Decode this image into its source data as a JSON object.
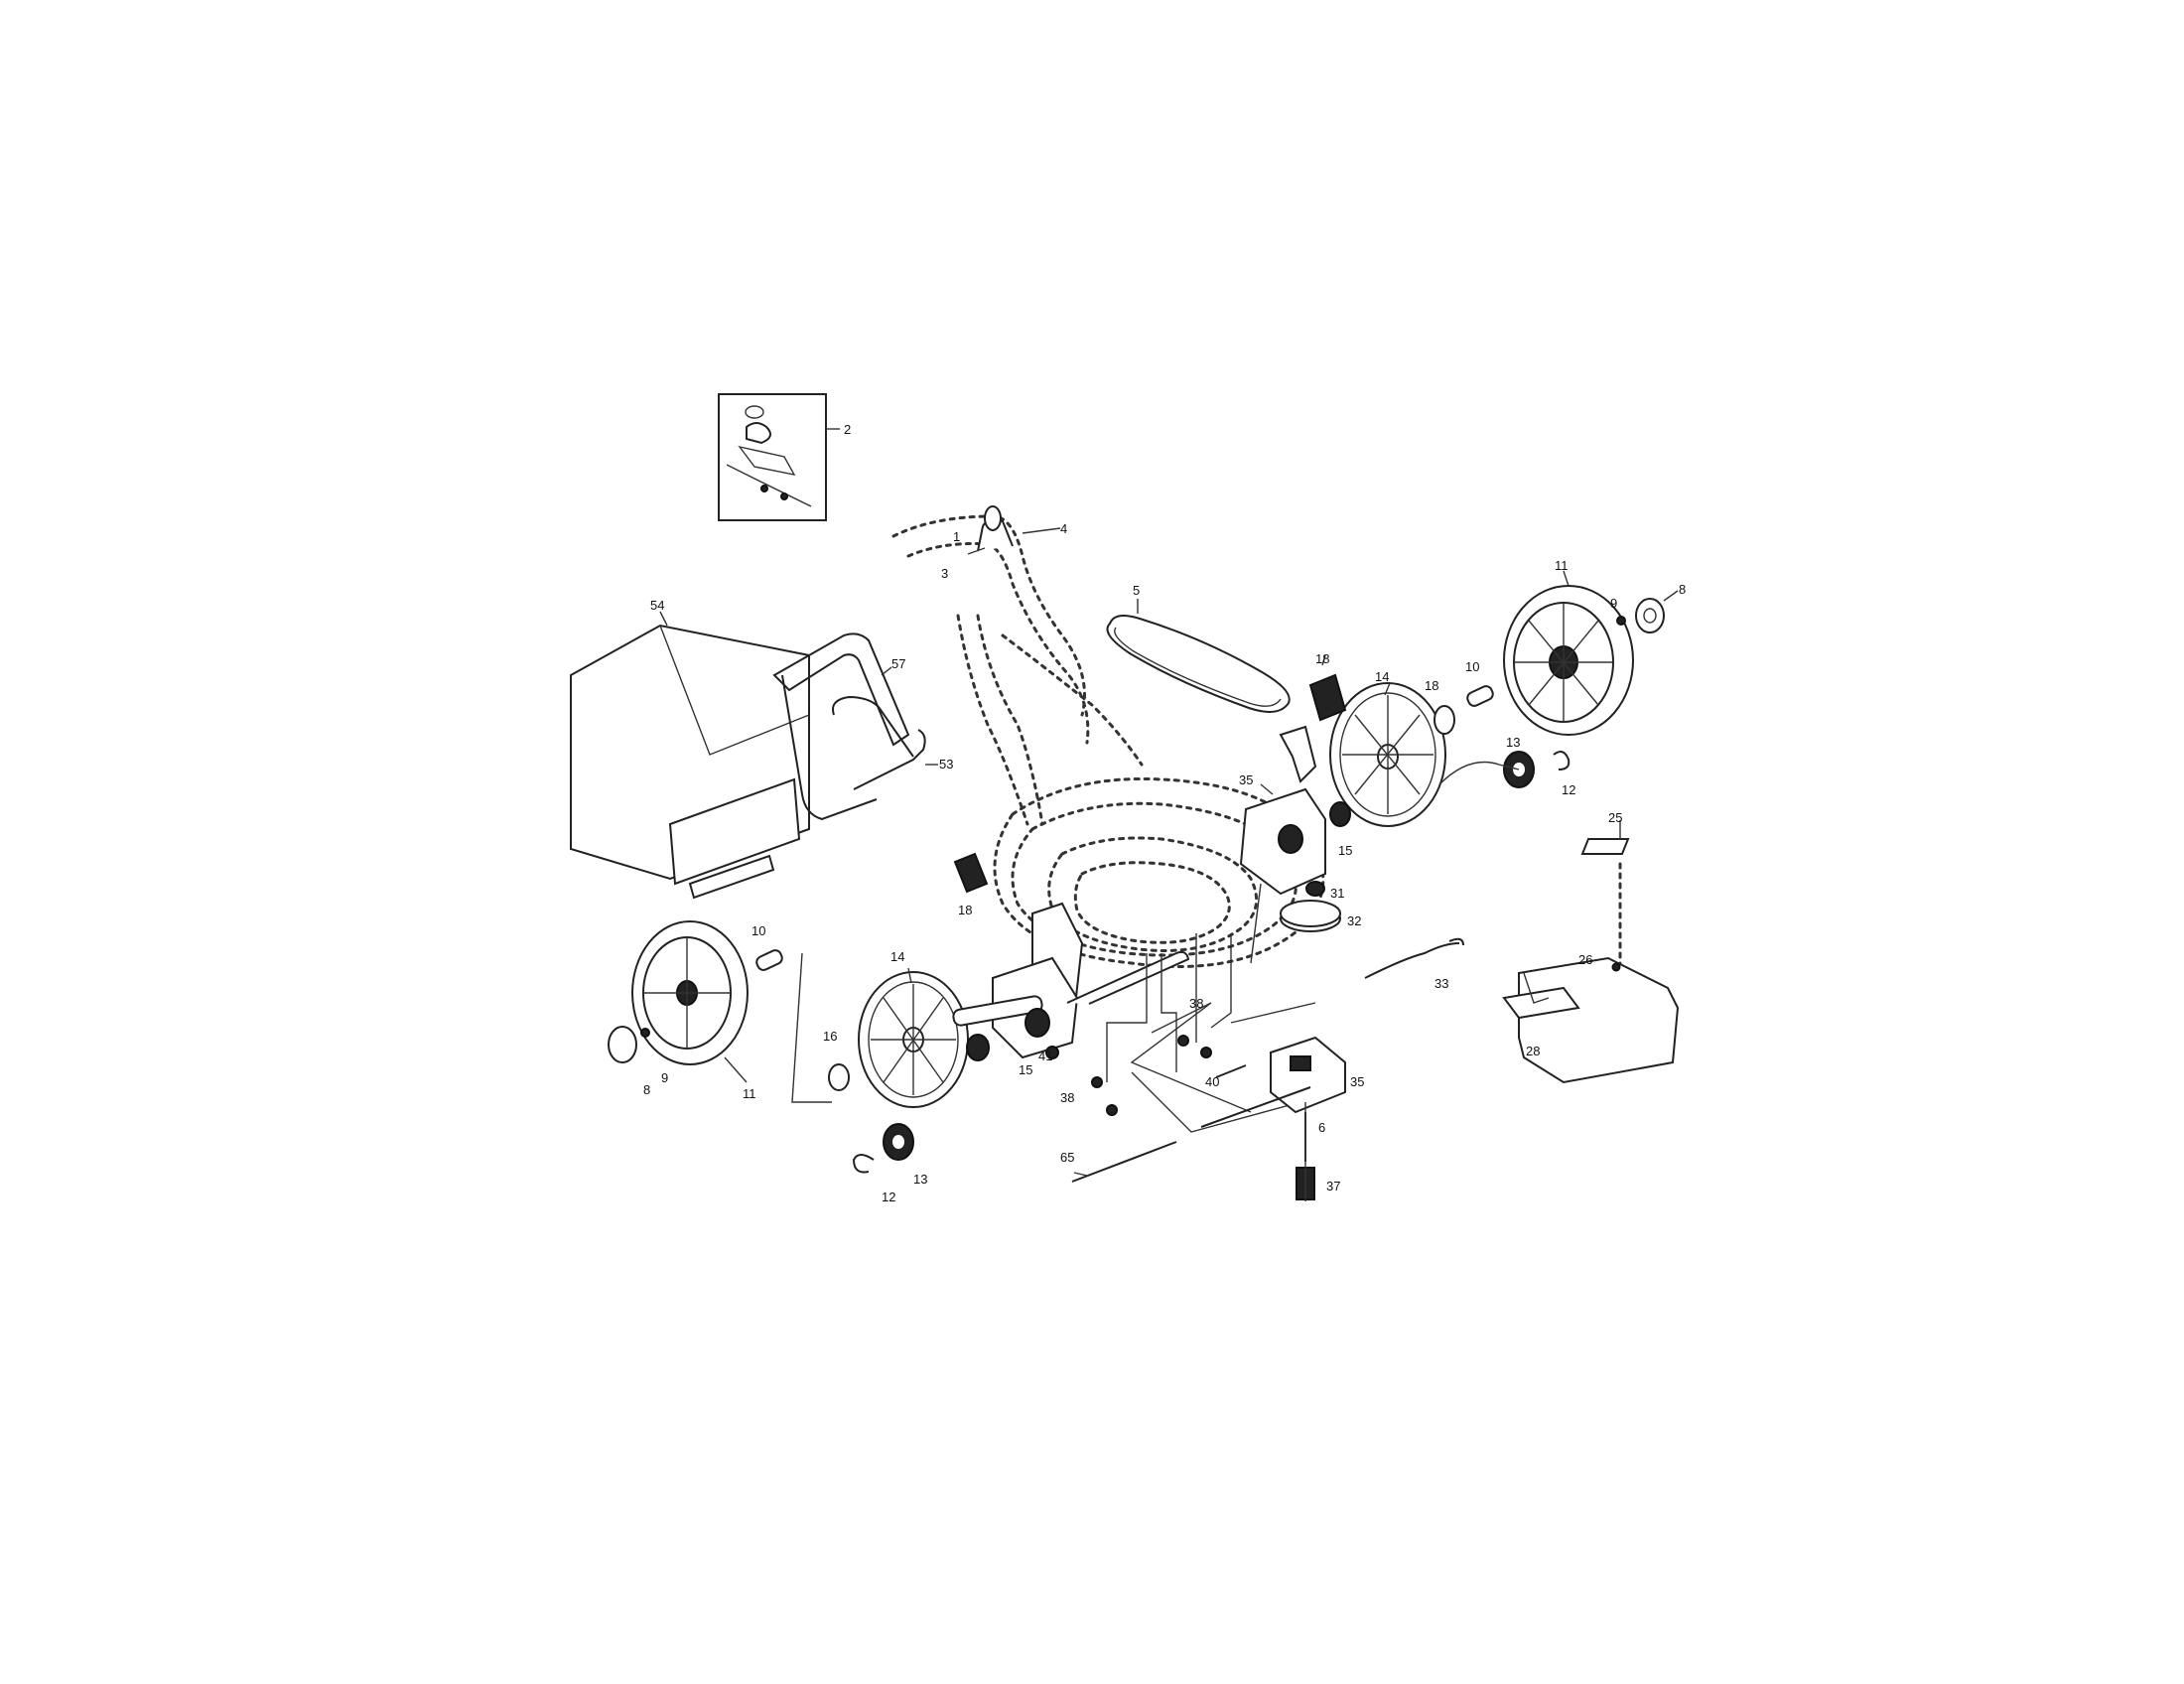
{
  "callouts": [
    {
      "id": "c-2",
      "label": "2"
    },
    {
      "id": "c-1",
      "label": "1"
    },
    {
      "id": "c-3",
      "label": "3"
    },
    {
      "id": "c-4",
      "label": "4"
    },
    {
      "id": "c-5",
      "label": "5"
    },
    {
      "id": "c-54",
      "label": "54"
    },
    {
      "id": "c-57",
      "label": "57"
    },
    {
      "id": "c-53",
      "label": "53"
    },
    {
      "id": "c-11a",
      "label": "11"
    },
    {
      "id": "c-8a",
      "label": "8"
    },
    {
      "id": "c-9a",
      "label": "9"
    },
    {
      "id": "c-10a",
      "label": "10"
    },
    {
      "id": "c-18a",
      "label": "18"
    },
    {
      "id": "c-14a",
      "label": "14"
    },
    {
      "id": "c-18b",
      "label": "18"
    },
    {
      "id": "c-13a",
      "label": "13"
    },
    {
      "id": "c-12a",
      "label": "12"
    },
    {
      "id": "c-35a",
      "label": "35"
    },
    {
      "id": "c-15a",
      "label": "15"
    },
    {
      "id": "c-25",
      "label": "25"
    },
    {
      "id": "c-31",
      "label": "31"
    },
    {
      "id": "c-32",
      "label": "32"
    },
    {
      "id": "c-26",
      "label": "26"
    },
    {
      "id": "c-33",
      "label": "33"
    },
    {
      "id": "c-28",
      "label": "28"
    },
    {
      "id": "c-18c",
      "label": "18"
    },
    {
      "id": "c-10b",
      "label": "10"
    },
    {
      "id": "c-14b",
      "label": "14"
    },
    {
      "id": "c-11b",
      "label": "11"
    },
    {
      "id": "c-8b",
      "label": "8"
    },
    {
      "id": "c-9b",
      "label": "9"
    },
    {
      "id": "c-16",
      "label": "16"
    },
    {
      "id": "c-15b",
      "label": "15"
    },
    {
      "id": "c-41",
      "label": "41"
    },
    {
      "id": "c-38a",
      "label": "38"
    },
    {
      "id": "c-38b",
      "label": "38"
    },
    {
      "id": "c-40",
      "label": "40"
    },
    {
      "id": "c-35b",
      "label": "35"
    },
    {
      "id": "c-6",
      "label": "6"
    },
    {
      "id": "c-37",
      "label": "37"
    },
    {
      "id": "c-65",
      "label": "65"
    },
    {
      "id": "c-13b",
      "label": "13"
    },
    {
      "id": "c-12b",
      "label": "12"
    }
  ]
}
